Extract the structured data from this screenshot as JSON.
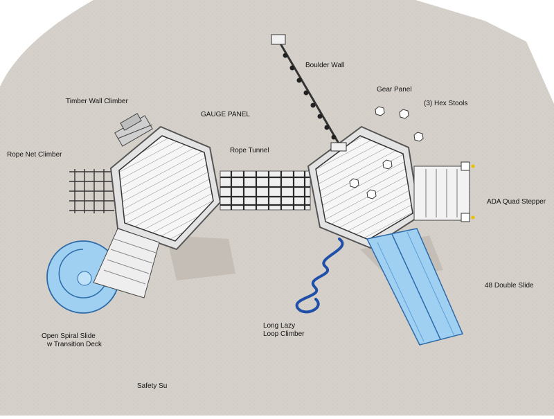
{
  "labels": {
    "timber_wall_climber": "Timber Wall Climber",
    "gauge_panel": "GAUGE PANEL",
    "rope_net_climber": "Rope Net Climber",
    "rope_tunnel": "Rope Tunnel",
    "boulder_wall": "Boulder Wall",
    "gear_panel": "Gear Panel",
    "hex_stools": "(3) Hex Stools",
    "ada_quad_stepper": "ADA Quad Stepper",
    "double_slide": "48 Double Slide",
    "long_lazy_loop_climber_1": "Long Lazy",
    "long_lazy_loop_climber_2": "Loop Climber",
    "open_spiral_slide_1": "Open Spiral Slide",
    "open_spiral_slide_2": "w Transition Deck",
    "safety_surface": "Safety Su"
  },
  "colors": {
    "surface": "#d6d1cb",
    "deck": "#f4f4f4",
    "frame": "#6b6b6b",
    "slide_blue": "#9fd0f2",
    "climber_blue": "#1f4fa8"
  }
}
